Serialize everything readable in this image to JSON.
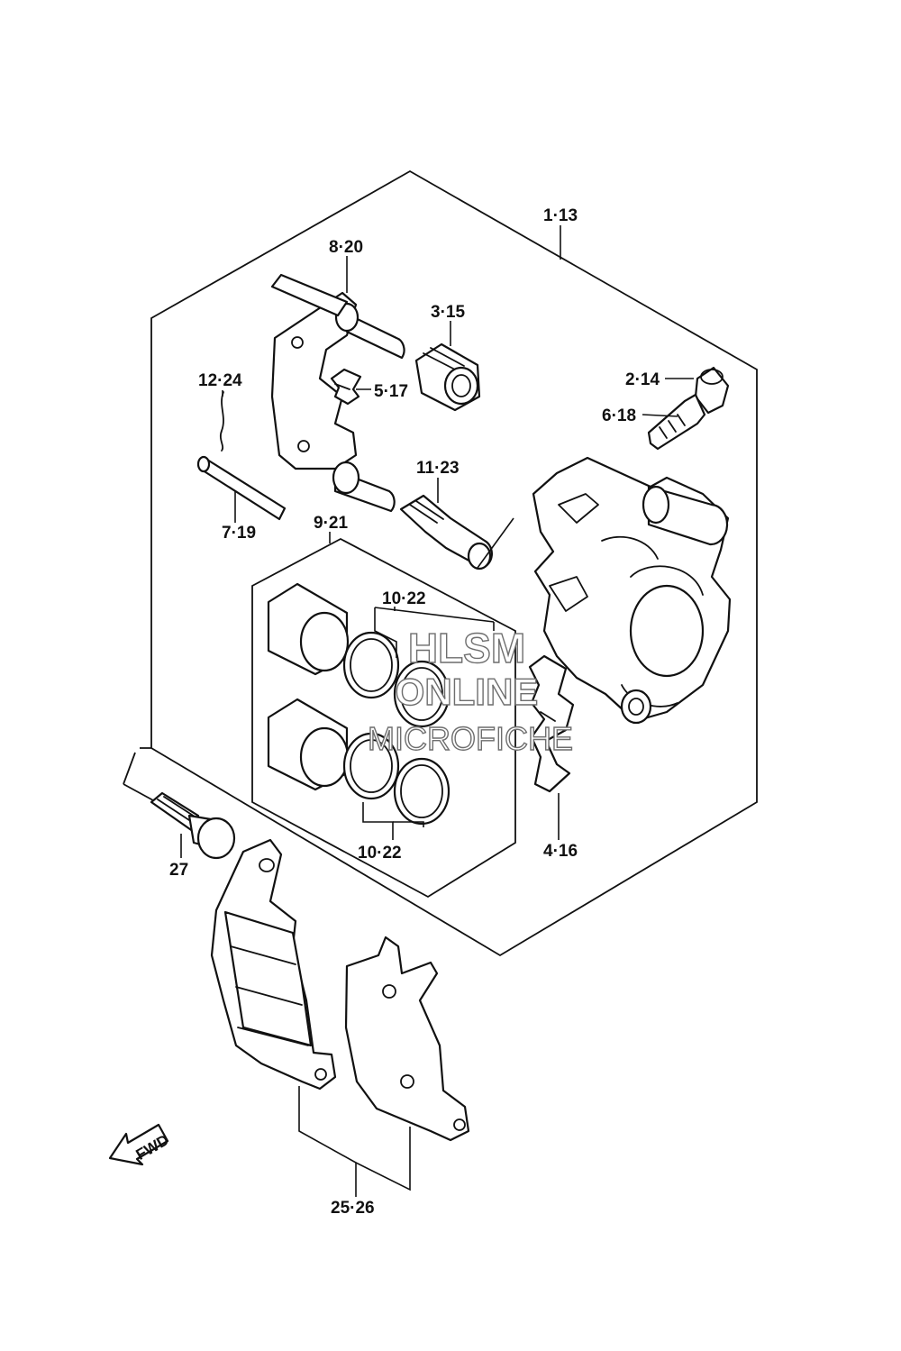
{
  "callouts": {
    "c1_13": "1·13",
    "c8_20": "8·20",
    "c3_15": "3·15",
    "c5_17": "5·17",
    "c12_24": "12·24",
    "c2_14": "2·14",
    "c6_18": "6·18",
    "c11_23": "11·23",
    "c9_21": "9·21",
    "c7_19": "7·19",
    "c10_22_top": "10·22",
    "c10_22_bottom": "10·22",
    "c4_16": "4·16",
    "c27": "27",
    "c25_26": "25·26"
  },
  "watermark": {
    "line1": "HLSM",
    "line2": "ONLINE",
    "line3": "MICROFICHE"
  },
  "fwd_indicator": {
    "text": "FWD",
    "icon": "left-down-arrow-icon"
  }
}
